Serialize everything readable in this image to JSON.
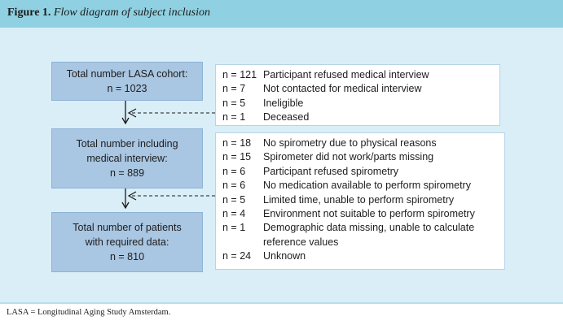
{
  "header": {
    "figure_label": "Figure 1.",
    "caption": "Flow diagram of subject inclusion"
  },
  "footer": {
    "note": "LASA = Longitudinal Aging Study Amsterdam."
  },
  "boxes": [
    {
      "lines": [
        "Total number LASA cohort:",
        "n = 1023"
      ]
    },
    {
      "lines": [
        "Total number including",
        "medical interview:",
        "n = 889"
      ]
    },
    {
      "lines": [
        "Total number of patients",
        "with required data:",
        "n = 810"
      ]
    }
  ],
  "exclusions1": [
    {
      "n": "n = 121",
      "text": "Participant refused medical interview"
    },
    {
      "n": "n = 7",
      "text": "Not contacted for medical interview"
    },
    {
      "n": "n = 5",
      "text": "Ineligible"
    },
    {
      "n": "n = 1",
      "text": "Deceased"
    }
  ],
  "exclusions2": [
    {
      "n": "n = 18",
      "text": "No spirometry due to physical reasons"
    },
    {
      "n": "n = 15",
      "text": "Spirometer did not work/parts missing"
    },
    {
      "n": "n = 6",
      "text": "Participant refused spirometry"
    },
    {
      "n": "n = 6",
      "text": "No medication available to perform spirometry"
    },
    {
      "n": "n = 5",
      "text": "Limited time, unable to perform spirometry"
    },
    {
      "n": "n = 4",
      "text": "Environment not suitable to perform spirometry"
    },
    {
      "n": "n = 1",
      "text": "Demographic data missing, unable to calculate"
    },
    {
      "n": "",
      "text": "reference values"
    },
    {
      "n": "n = 24",
      "text": "Unknown"
    }
  ]
}
